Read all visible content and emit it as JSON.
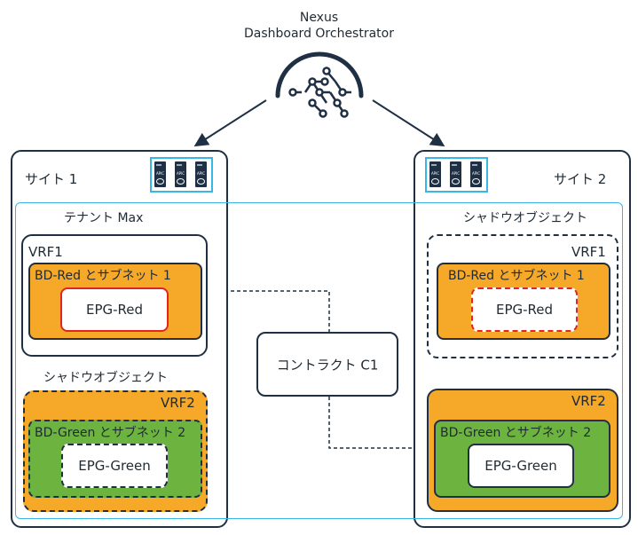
{
  "orchestrator": {
    "line1": "Nexus",
    "line2": "Dashboard Orchestrator"
  },
  "site1": {
    "label": "サイト 1",
    "tenant_label": "テナント Max",
    "vrf1": {
      "label": "VRF1",
      "bd_label": "BD-Red とサブネット 1",
      "epg": "EPG-Red"
    },
    "shadow_label": "シャドウオブジェクト",
    "vrf2": {
      "label": "VRF2",
      "bd_label": "BD-Green とサブネット 2",
      "epg": "EPG-Green"
    }
  },
  "site2": {
    "label": "サイト 2",
    "shadow_label": "シャドウオブジェクト",
    "vrf1": {
      "label": "VRF1",
      "bd_label": "BD-Red とサブネット 1",
      "epg": "EPG-Red"
    },
    "vrf2": {
      "label": "VRF2",
      "bd_label": "BD-Green とサブネット 2",
      "epg": "EPG-Green"
    }
  },
  "contract": {
    "label": "コントラクト C1"
  },
  "apic": {
    "unit_text": "APIC"
  },
  "colors": {
    "orange": "#f6a828",
    "green": "#6cb33f",
    "navy": "#1f3044",
    "cyan": "#38b6e4",
    "red": "#e0261f"
  }
}
